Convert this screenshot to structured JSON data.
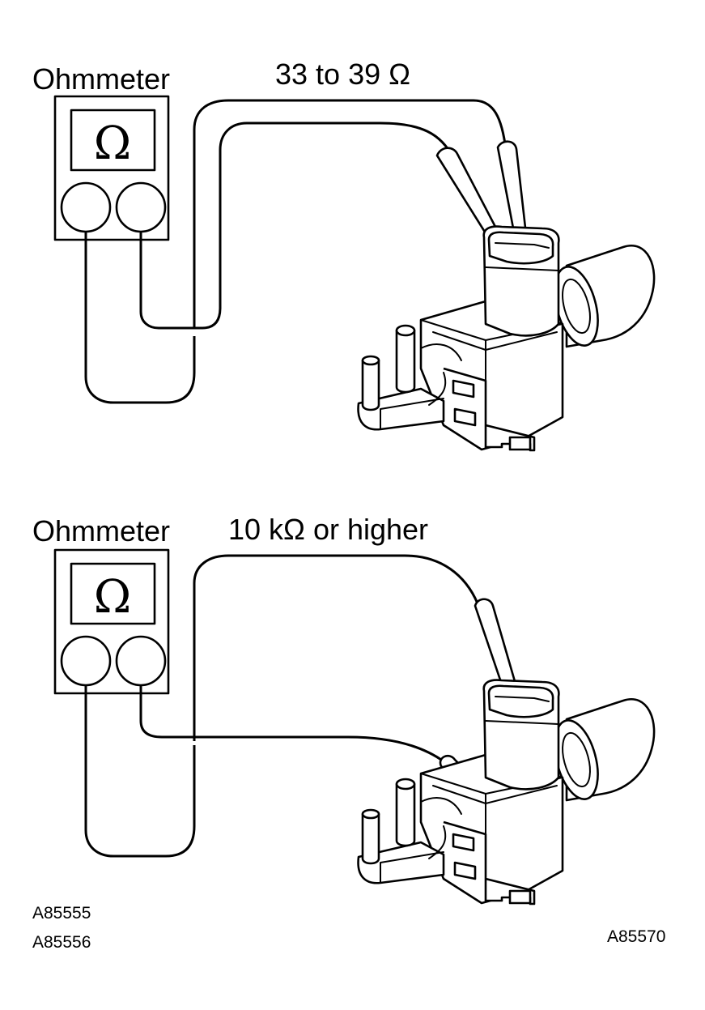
{
  "panels": [
    {
      "meter_label": "Ohmmeter",
      "meter_symbol": "Ω",
      "reading": "33 to 39 Ω"
    },
    {
      "meter_label": "Ohmmeter",
      "meter_symbol": "Ω",
      "reading": "10 kΩ or higher"
    }
  ],
  "figure_codes_left": [
    "A85555",
    "A85556"
  ],
  "figure_code_right": "A85570"
}
